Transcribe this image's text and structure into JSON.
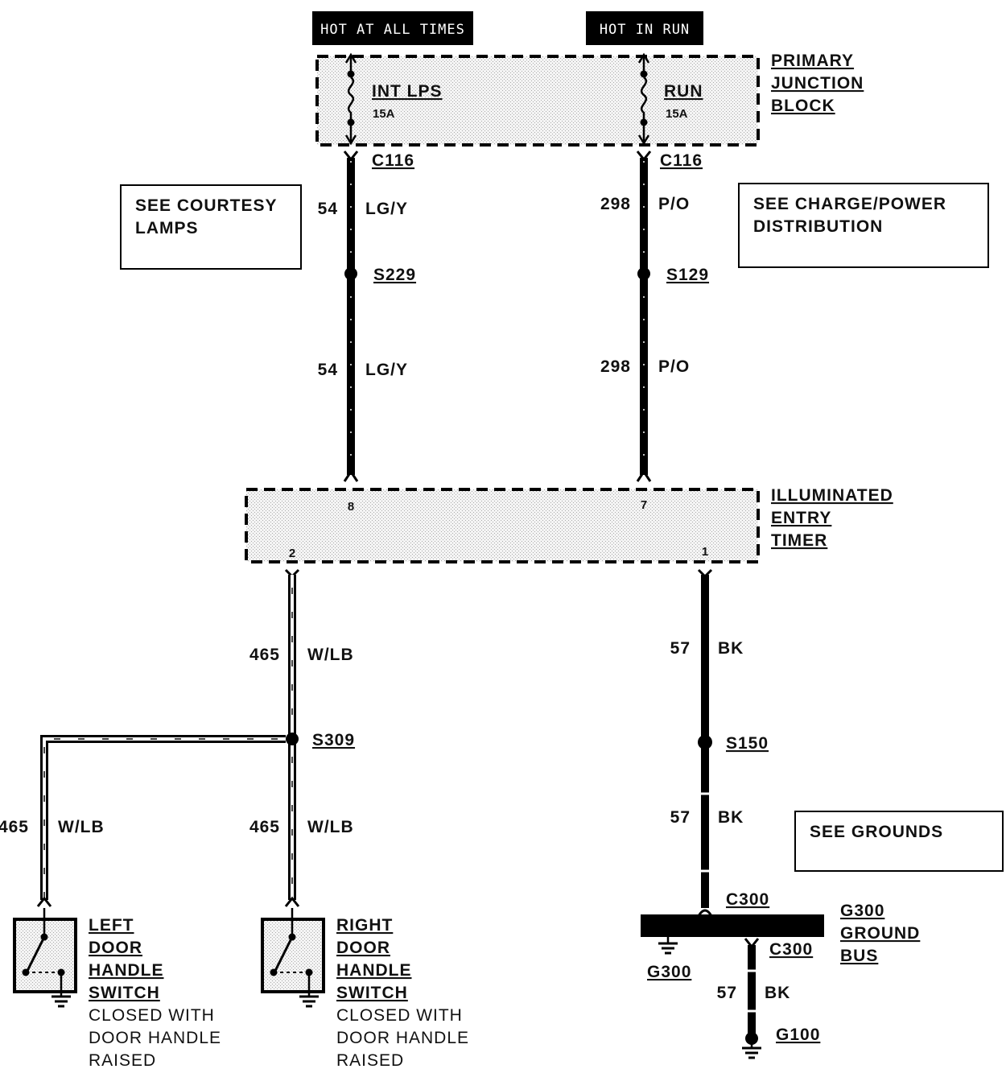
{
  "headers": {
    "hot_at_all_times": "HOT AT ALL TIMES",
    "hot_in_run": "HOT IN RUN"
  },
  "junction_block": {
    "label_line1": "PRIMARY",
    "label_line2": "JUNCTION",
    "label_line3": "BLOCK",
    "fuse_left_name": "INT LPS",
    "fuse_left_rating": "15A",
    "fuse_right_name": "RUN",
    "fuse_right_rating": "15A"
  },
  "connectors": {
    "c116_left": "C116",
    "c116_right": "C116",
    "c300_top": "C300",
    "c300_bottom": "C300"
  },
  "splices": {
    "s229": "S229",
    "s129": "S129",
    "s309": "S309",
    "s150": "S150"
  },
  "wires": {
    "w54_a_num": "54",
    "w54_a_color": "LG/Y",
    "w54_b_num": "54",
    "w54_b_color": "LG/Y",
    "w298_a_num": "298",
    "w298_a_color": "P/O",
    "w298_b_num": "298",
    "w298_b_color": "P/O",
    "w465_a_num": "465",
    "w465_a_color": "W/LB",
    "w465_b_num": "465",
    "w465_b_color": "W/LB",
    "w465_c_num": "465",
    "w465_c_color": "W/LB",
    "w57_a_num": "57",
    "w57_a_color": "BK",
    "w57_b_num": "57",
    "w57_b_color": "BK",
    "w57_c_num": "57",
    "w57_c_color": "BK"
  },
  "refs": {
    "courtesy_line1": "SEE COURTESY",
    "courtesy_line2": "LAMPS",
    "charge_line1": "SEE CHARGE/POWER",
    "charge_line2": "DISTRIBUTION",
    "grounds": "SEE GROUNDS"
  },
  "timer": {
    "label_line1": "ILLUMINATED",
    "label_line2": "ENTRY",
    "label_line3": "TIMER",
    "pin_8": "8",
    "pin_7": "7",
    "pin_2": "2",
    "pin_1": "1"
  },
  "left_switch": {
    "line1": "LEFT",
    "line2": "DOOR",
    "line3": "HANDLE",
    "line4": "SWITCH",
    "note1": "CLOSED WITH",
    "note2": "DOOR HANDLE",
    "note3": "RAISED"
  },
  "right_switch": {
    "line1": "RIGHT",
    "line2": "DOOR",
    "line3": "HANDLE",
    "line4": "SWITCH",
    "note1": "CLOSED WITH",
    "note2": "DOOR HANDLE",
    "note3": "RAISED"
  },
  "grounds": {
    "bus_line1": "G300",
    "bus_line2": "GROUND",
    "bus_line3": "BUS",
    "g300": "G300",
    "g100": "G100"
  }
}
